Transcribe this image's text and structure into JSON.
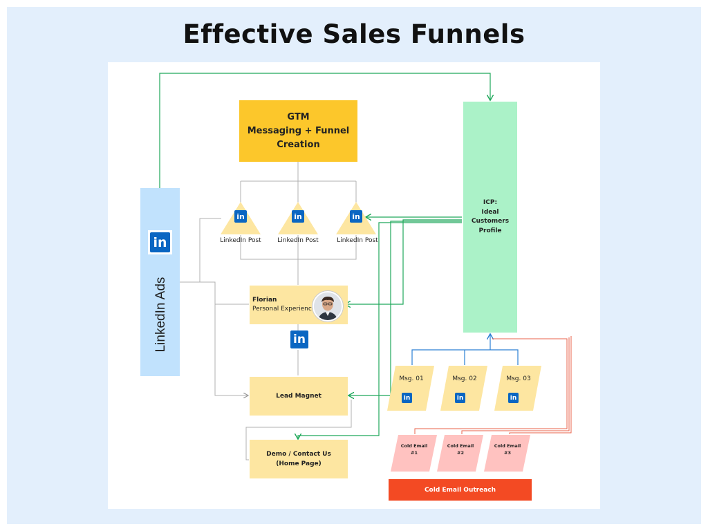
{
  "title": "Effective Sales Funnels",
  "gtm": {
    "line1": "GTM",
    "line2": "Messaging + Funnel",
    "line3": "Creation"
  },
  "icp": {
    "line1": "ICP:",
    "line2": "Ideal",
    "line3": "Customers",
    "line4": "Profile"
  },
  "linkedin_ads": "LinkedIn Ads",
  "linkedin_posts": [
    "LinkedIn Post",
    "LinkedIn Post",
    "LinkedIn Post"
  ],
  "florian": {
    "name": "Florian",
    "subtitle": "Personal Experience"
  },
  "lead_magnet": "Lead Magnet",
  "demo": {
    "line1": "Demo / Contact Us",
    "line2": "(Home Page)"
  },
  "messages": [
    "Msg. 01",
    "Msg. 02",
    "Msg. 03"
  ],
  "cold_emails": [
    {
      "line1": "Cold Email",
      "line2": "#1"
    },
    {
      "line1": "Cold Email",
      "line2": "#2"
    },
    {
      "line1": "Cold Email",
      "line2": "#3"
    }
  ],
  "cold_email_outreach": "Cold Email Outreach",
  "linkedin_logo_text": "in",
  "colors": {
    "gtm": "#fcc72b",
    "icp": "#abf2c8",
    "ads": "#c1e2fd",
    "step": "#fde6a1",
    "cold": "#ffc2c0",
    "outreach": "#f34a23",
    "connector_green": "#1fa85a",
    "connector_blue": "#2a7fd4",
    "connector_red": "#e8604a",
    "linkedin_blue": "#0a66c2"
  },
  "icons": [
    "linkedin-icon",
    "avatar"
  ]
}
